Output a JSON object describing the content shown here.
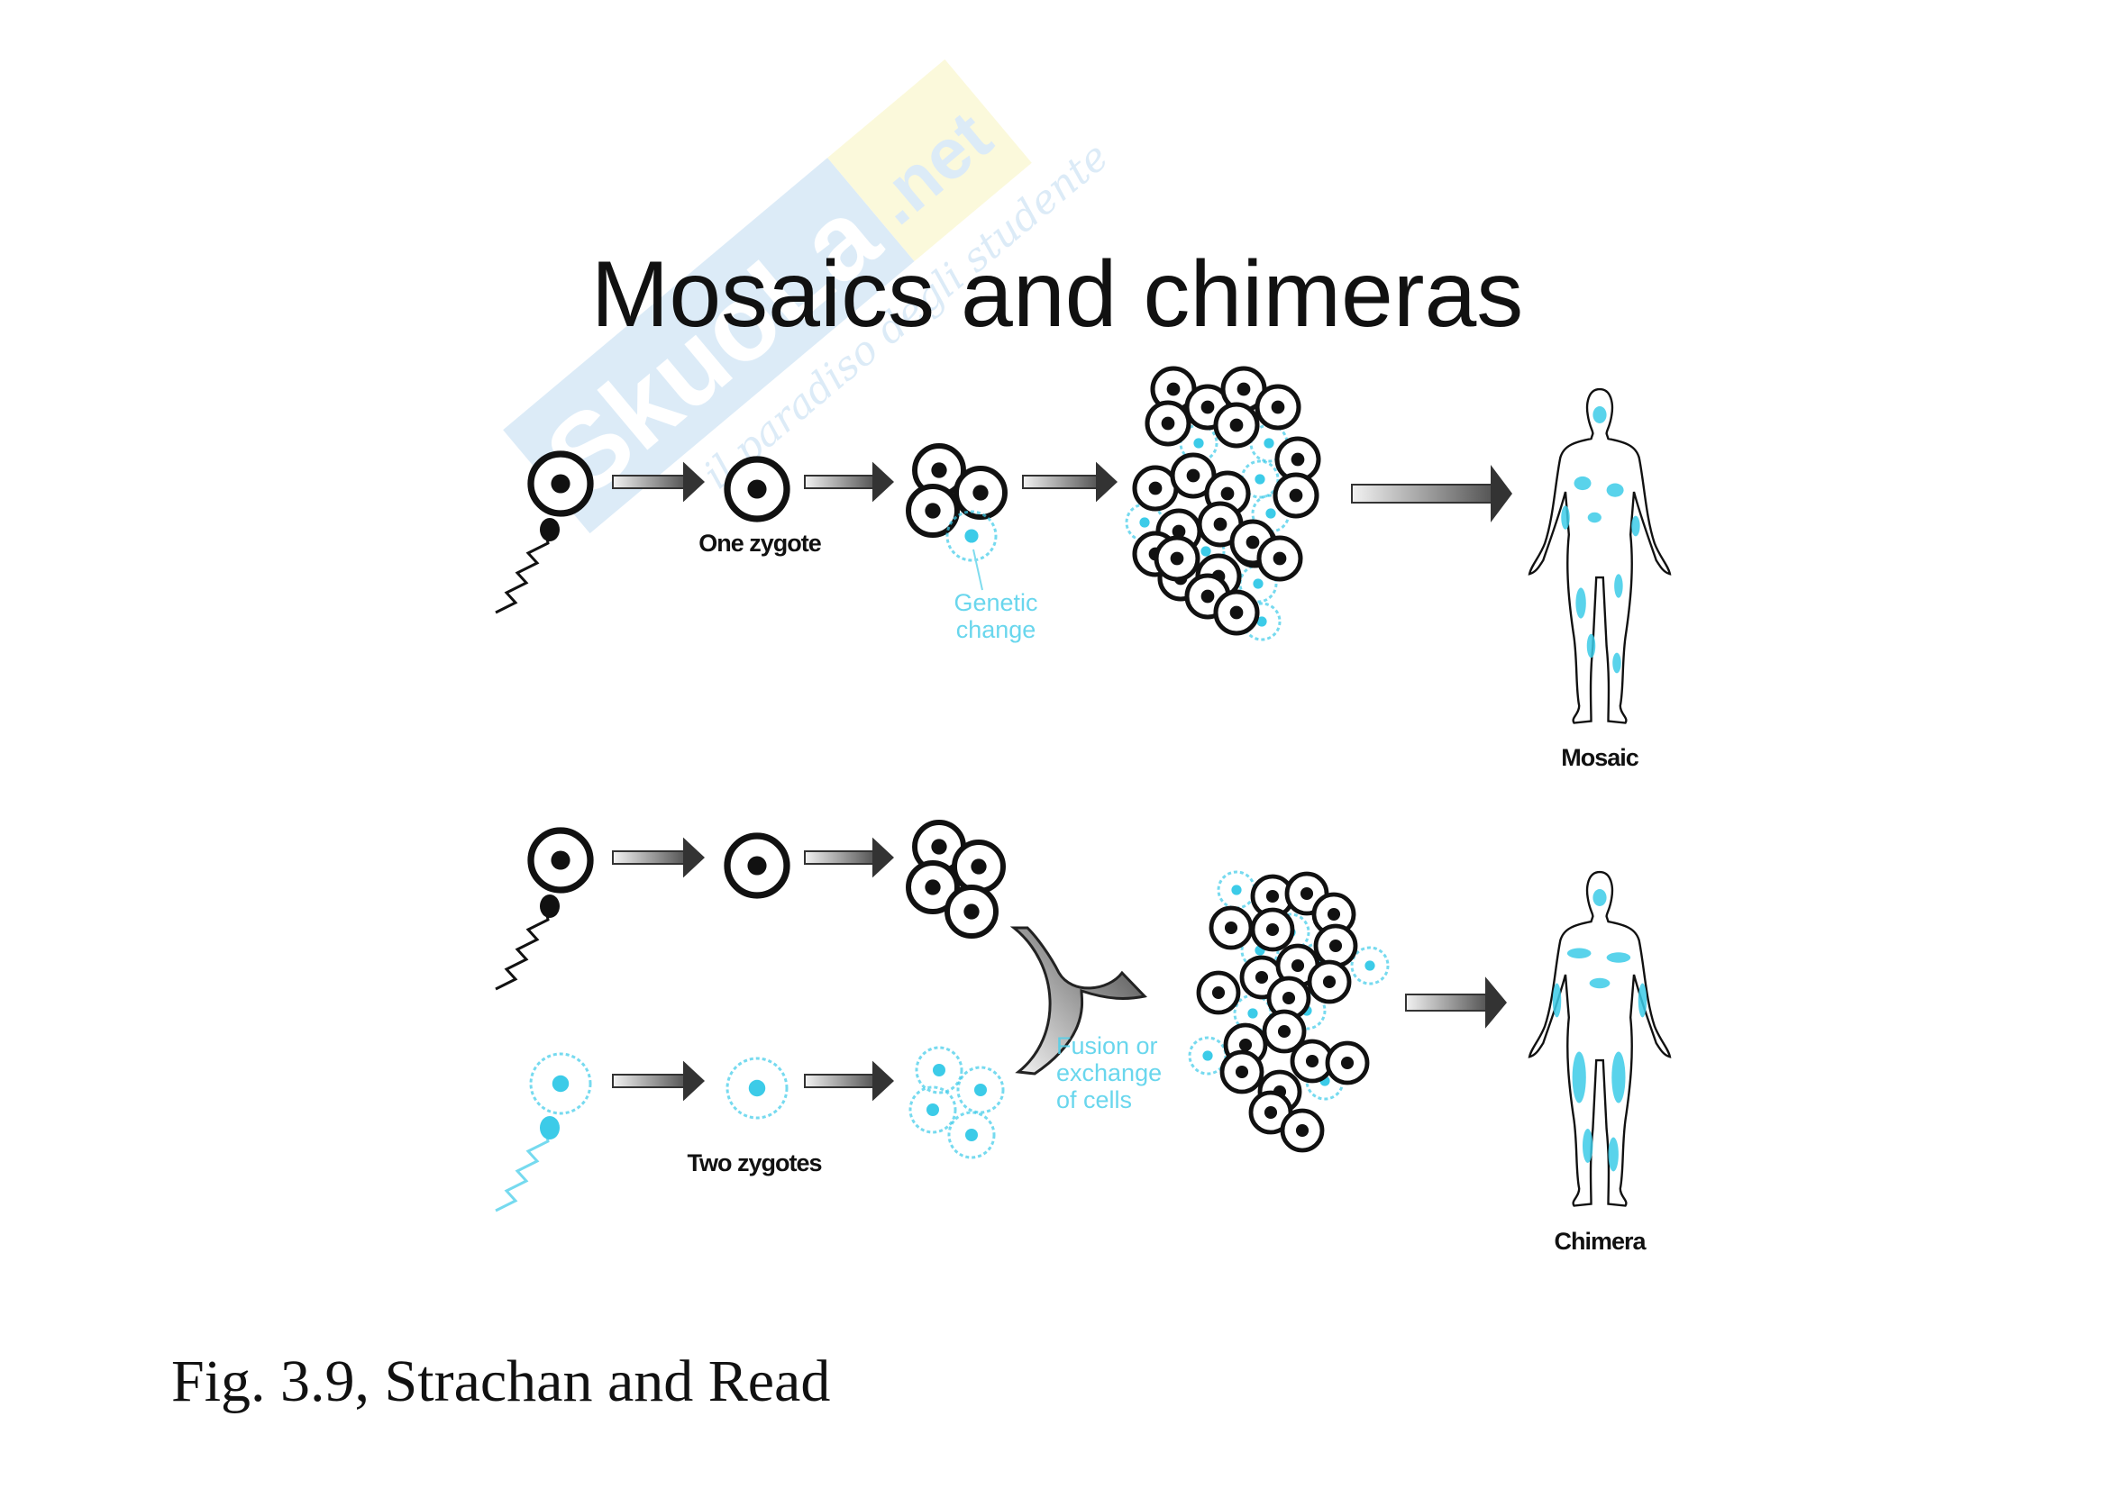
{
  "title": "Mosaics and chimeras",
  "watermark": {
    "brand": "SkuoLa",
    "tld": ".net",
    "tagline": "il paradiso degli studente"
  },
  "mosaic_row": {
    "zygote_label": "One zygote",
    "genetic_change_label": [
      "Genetic",
      "change"
    ],
    "result_label": "Mosaic"
  },
  "chimera_row": {
    "zygote_label": "Two zygotes",
    "fusion_label": [
      "Fusion or",
      "exchange",
      "of cells"
    ],
    "result_label": "Chimera"
  },
  "caption": "Fig. 3.9,  Strachan and Read",
  "colors": {
    "cyan": "#3ccbe8",
    "black": "#111111",
    "arrow_gray": "#888888"
  }
}
